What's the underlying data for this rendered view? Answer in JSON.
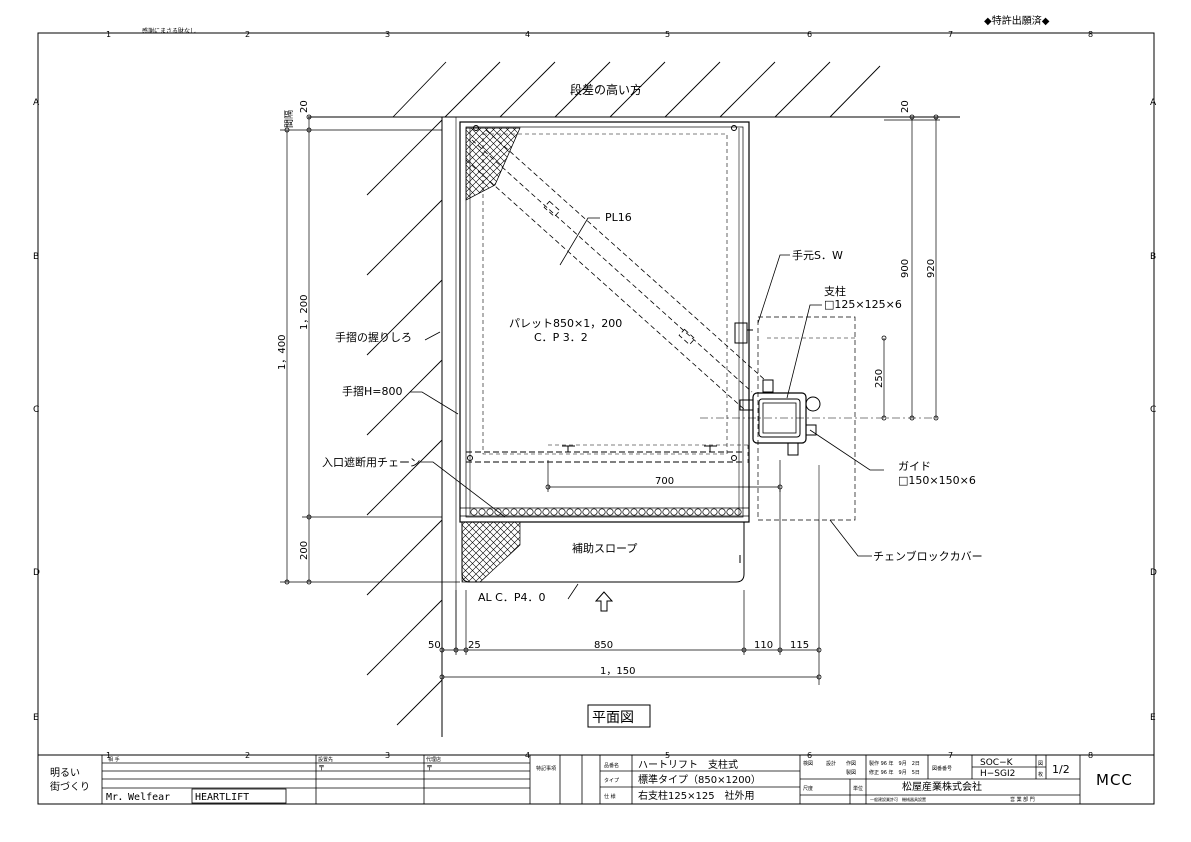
{
  "header": {
    "top_left_note": "感謝にまさる財なし",
    "top_right_note": "◆特許出願済◆",
    "col_markers": [
      "1",
      "2",
      "3",
      "4",
      "5",
      "6",
      "7",
      "8"
    ],
    "row_markers": [
      "A",
      "B",
      "C",
      "D",
      "E"
    ]
  },
  "drawing": {
    "title": "平面図",
    "high_side": "段差の高い方",
    "labels": {
      "pl16": "PL16",
      "switch": "手元S．W",
      "post": "支柱",
      "post_spec": "□125×125×6",
      "pallet": "パレット850×1，200",
      "pallet_spec": "C．P 3．2",
      "handrail_grip": "手摺の握りしろ",
      "handrail_h": "手摺H=800",
      "entrance_chain": "入口遮断用チェーン",
      "guide": "ガイド",
      "guide_spec": "□150×150×6",
      "chain_cover": "チェンブロックカバー",
      "aux_slope": "補助スロープ",
      "slope_spec": "AL C．P4．0",
      "gap": "間隔"
    },
    "dims": {
      "d20_left": "20",
      "d20_right": "20",
      "d1200": "1，200",
      "d1400": "1，400",
      "d200": "200",
      "d900": "900",
      "d920": "920",
      "d250": "250",
      "d700": "700",
      "d50": "50",
      "d25": "25",
      "d850": "850",
      "d110": "110",
      "d115": "115",
      "d1150": "1，150"
    }
  },
  "title_block": {
    "company_tag_1": "明るい",
    "company_tag_2": "街づくり",
    "brand_1": "Mr．Welfear",
    "brand_2": "HEARTLIFT",
    "customer_label": "相 手",
    "address_label": "設置先",
    "address_val": "〒",
    "agent_label": "代理店",
    "agent_val": "〒",
    "special_label": "特記事項",
    "name_label": "品番名",
    "name_val": "ハートリフト　支柱式",
    "type_label": "タイプ",
    "type_val": "標準タイプ（850×1200）",
    "spec_label": "仕 様",
    "spec_val": "右支柱125×125　社外用",
    "check_label": "検図",
    "design_label": "設計",
    "draw_label": "作図",
    "drawn_label": "製図",
    "date1": "製作 96 年　9月　2日",
    "date2": "修正 96 年　9月　5日",
    "scale_label": "尺度",
    "unit_label": "単位",
    "drawing_no_label": "図番番号",
    "drawing_no_1": "SOC−K",
    "drawing_no_2": "H−SGI2",
    "sheet_label": "図",
    "page_label": "枚",
    "page": "1/2",
    "maker": "松屋産業株式会社",
    "maker_sub": "一般建設業許可　機械器具設置",
    "maker_dept": "営 業 部 門",
    "logo": "MCC"
  },
  "colors": {
    "line": "#000000",
    "paper": "#ffffff"
  }
}
